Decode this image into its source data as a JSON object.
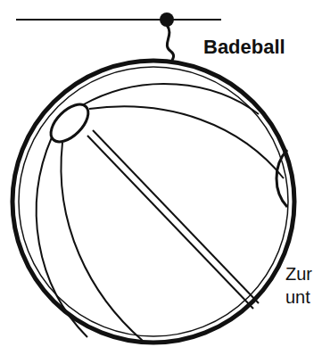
{
  "diagram": {
    "labels": [
      "Badeball",
      "Zur",
      "unt"
    ]
  }
}
